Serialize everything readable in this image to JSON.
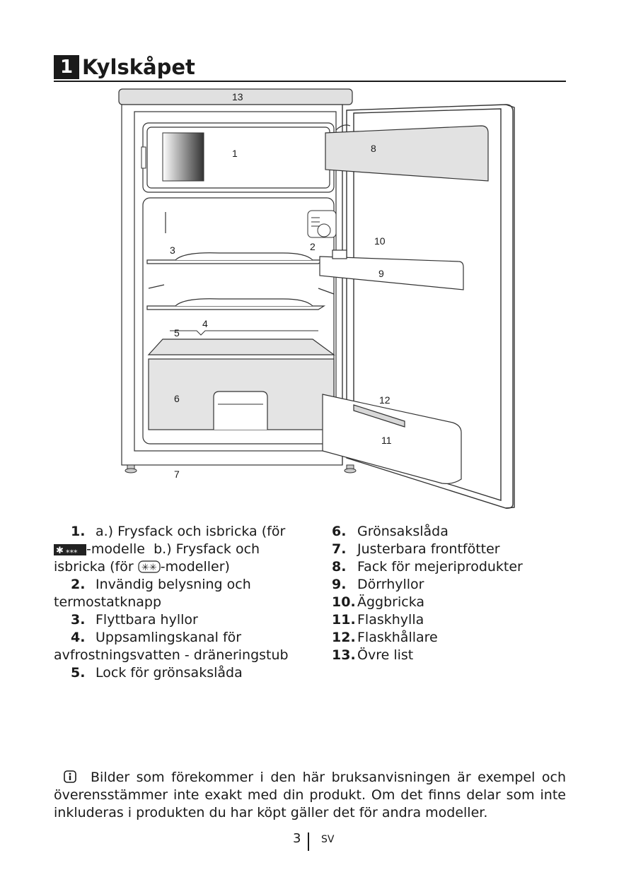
{
  "header": {
    "chapter_number": "1",
    "title": "Kylskåpet"
  },
  "diagram": {
    "labels": {
      "l1": "1",
      "l2": "2",
      "l3": "3",
      "l4": "4",
      "l5": "5",
      "l6": "6",
      "l7": "7",
      "l8": "8",
      "l9": "9",
      "l10": "10",
      "l11": "11",
      "l12": "12",
      "l13": "13"
    }
  },
  "parts_left": {
    "item1": {
      "num": "1.",
      "part_a": "a.) Frysfack och isbricka (för",
      "part_b": "-modelle",
      "part_c": "b.) Frysfack och isbricka (för",
      "part_d": "-modeller)"
    },
    "item2": {
      "num": "2.",
      "text": "Invändig belysning och termostatknapp"
    },
    "item3": {
      "num": "3.",
      "text": "Flyttbara hyllor"
    },
    "item4": {
      "num": "4.",
      "text": "Uppsamlingskanal för avfrostningsvatten - dräneringstub"
    },
    "item5": {
      "num": "5.",
      "text": "Lock för grönsakslåda"
    }
  },
  "parts_right": [
    {
      "num": "6.",
      "text": "Grönsakslåda"
    },
    {
      "num": "7.",
      "text": "Justerbara frontfötter"
    },
    {
      "num": "8.",
      "text": "Fack för mejeriprodukter"
    },
    {
      "num": "9.",
      "text": "Dörrhyllor"
    },
    {
      "num": "10.",
      "text": "Äggbricka"
    },
    {
      "num": "11.",
      "text": "Flaskhylla"
    },
    {
      "num": "12.",
      "text": "Flaskhållare"
    },
    {
      "num": "13.",
      "text": "Övre list"
    }
  ],
  "note": {
    "icon": "info-icon",
    "text": "Bilder som förekommer i den här bruksanvisningen är exempel och överensstämmer inte exakt med din produkt. Om det finns delar som inte inkluderas i produkten du har köpt gäller det för andra modeller."
  },
  "footer": {
    "page_number": "3",
    "language": "SV"
  }
}
